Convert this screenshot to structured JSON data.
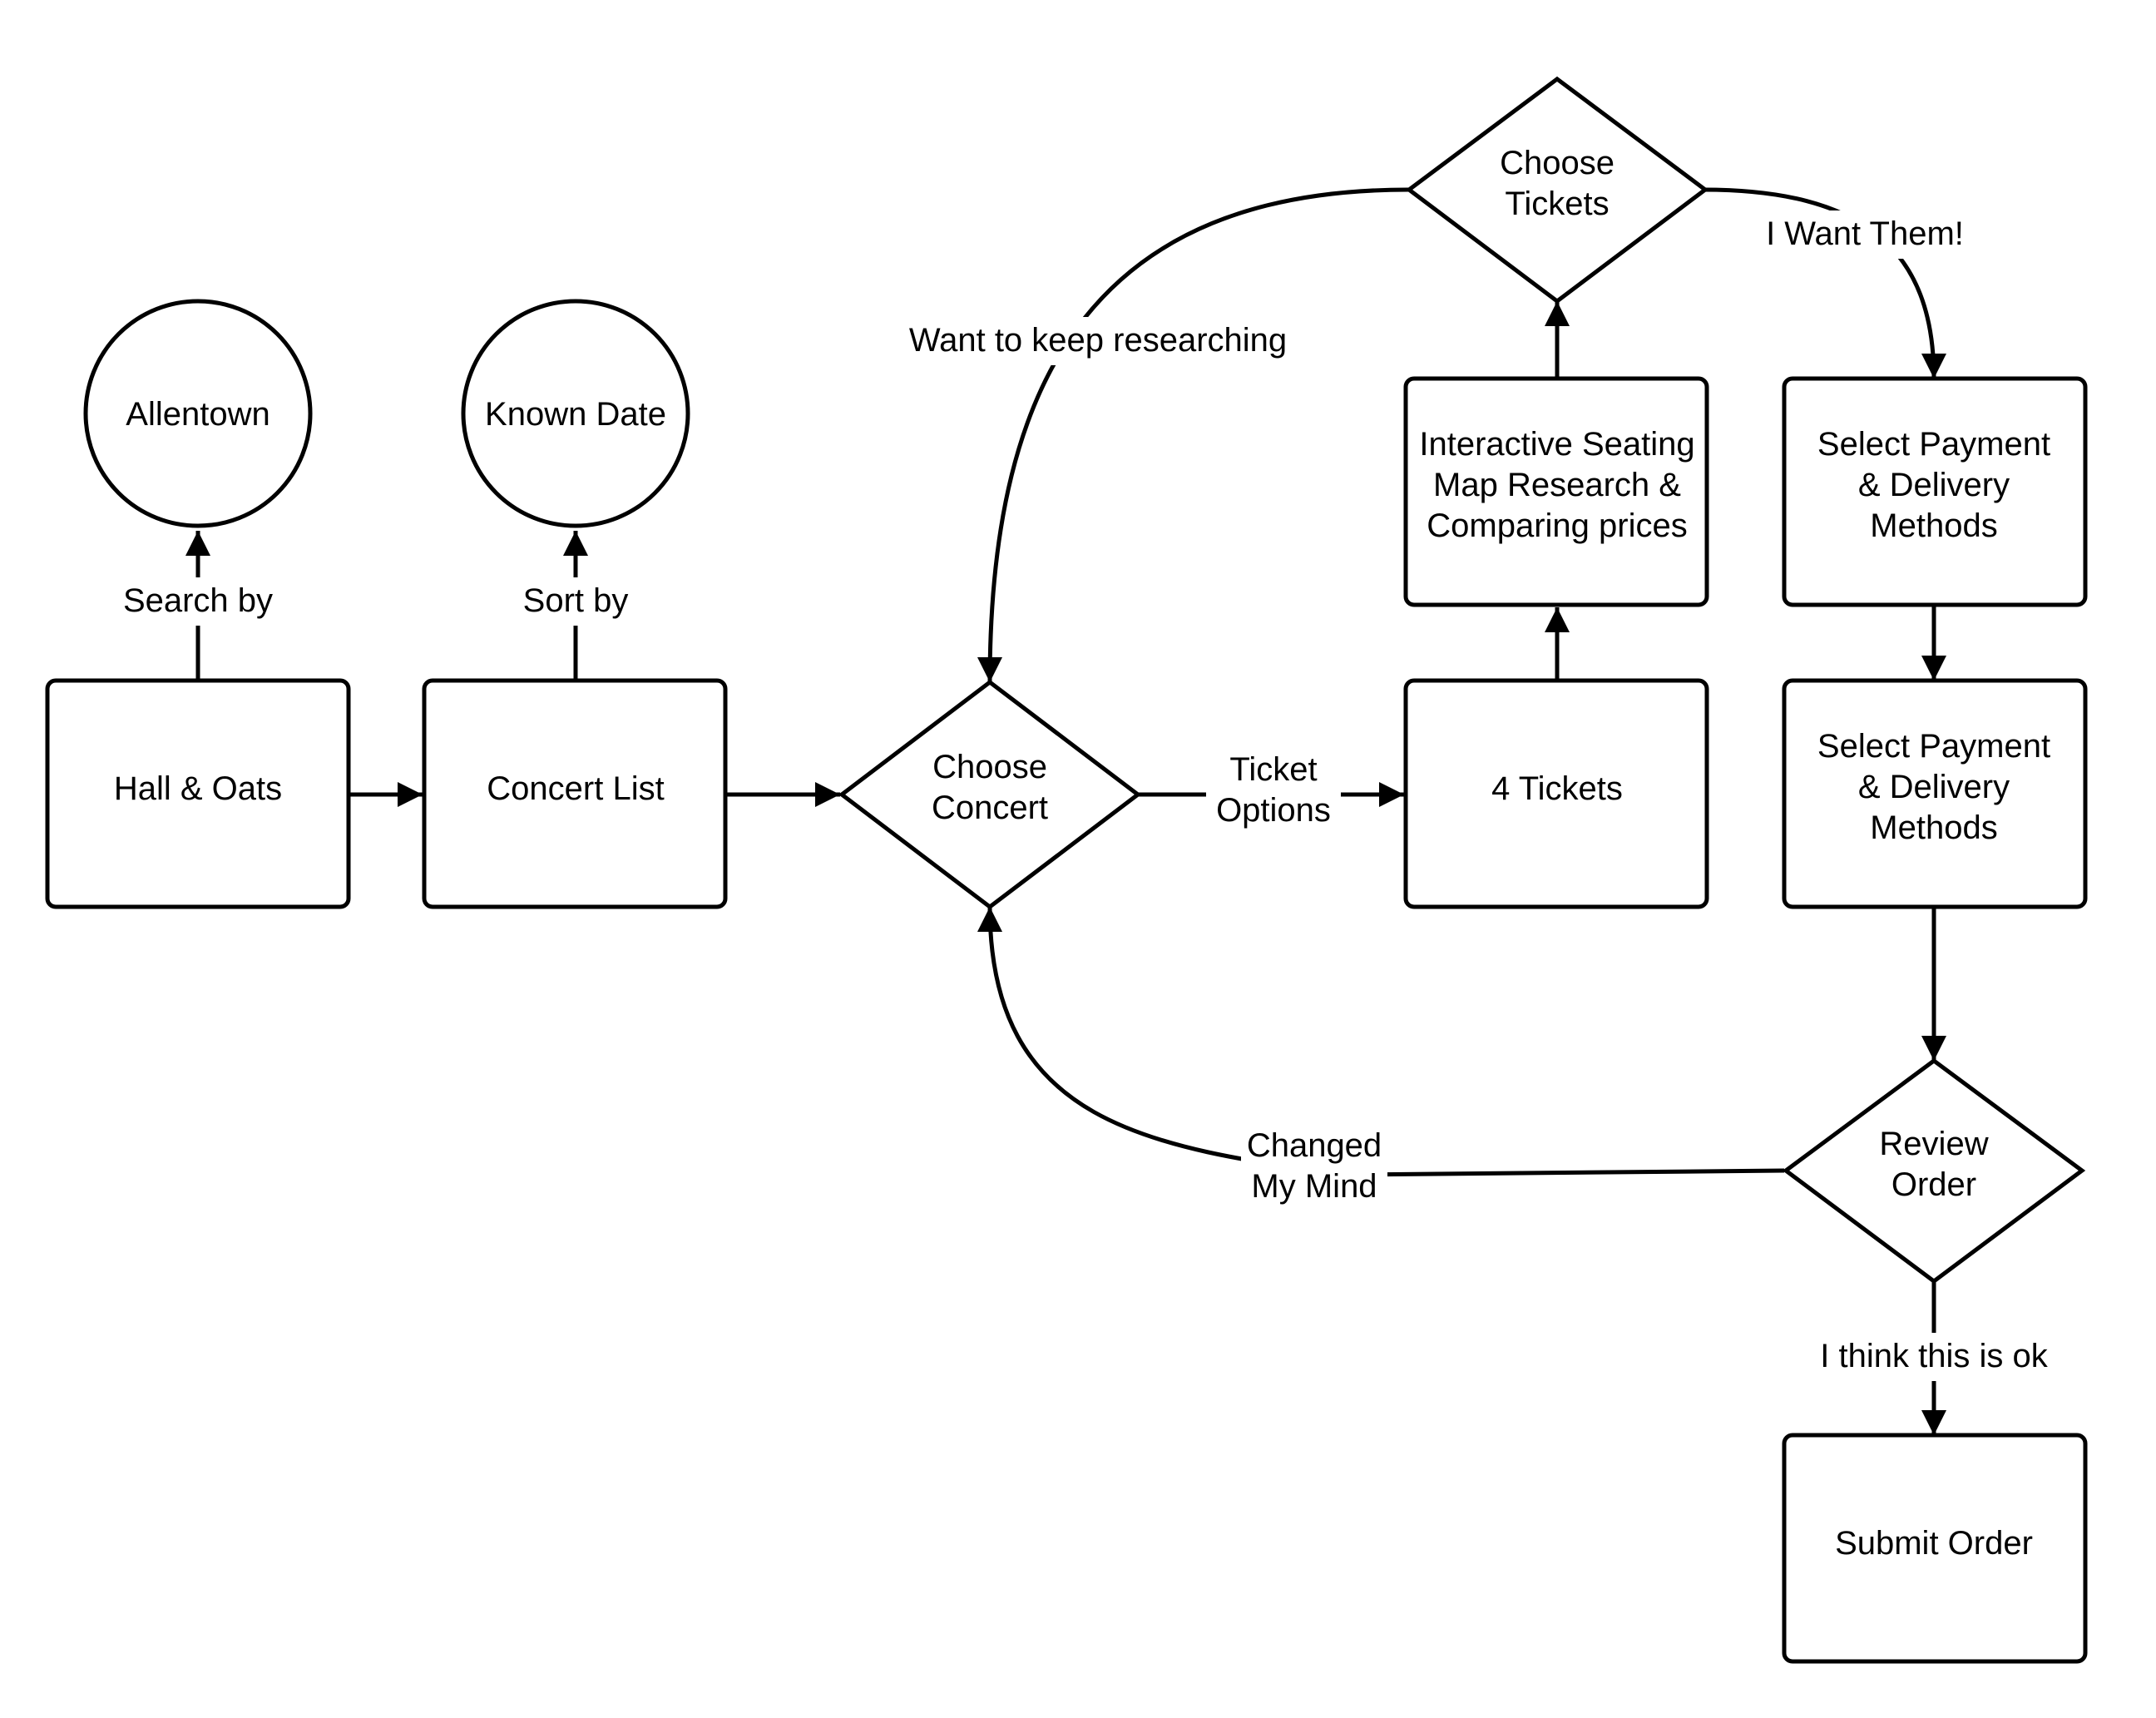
{
  "nodes": {
    "allentown": {
      "lines": [
        "Allentown"
      ]
    },
    "known_date": {
      "lines": [
        "Known Date"
      ]
    },
    "hall_oats": {
      "lines": [
        "Hall & Oats"
      ]
    },
    "concert_list": {
      "lines": [
        "Concert List"
      ]
    },
    "choose_concert": {
      "lines": [
        "Choose",
        "Concert"
      ]
    },
    "four_tickets": {
      "lines": [
        "4 Tickets"
      ]
    },
    "seating_map": {
      "lines": [
        "Interactive Seating",
        "Map Research &",
        "Comparing prices"
      ]
    },
    "choose_tickets": {
      "lines": [
        "Choose",
        "Tickets"
      ]
    },
    "payment_1": {
      "lines": [
        "Select Payment",
        "& Delivery",
        "Methods"
      ]
    },
    "payment_2": {
      "lines": [
        "Select Payment",
        "& Delivery",
        "Methods"
      ]
    },
    "review_order": {
      "lines": [
        "Review",
        "Order"
      ]
    },
    "submit_order": {
      "lines": [
        "Submit Order"
      ]
    }
  },
  "edges": {
    "search_by": {
      "lines": [
        "Search by"
      ]
    },
    "sort_by": {
      "lines": [
        "Sort by"
      ]
    },
    "ticket_options": {
      "lines": [
        "Ticket",
        "Options"
      ]
    },
    "keep_researching": {
      "lines": [
        "Want to keep researching"
      ]
    },
    "want_them": {
      "lines": [
        "I Want Them!"
      ]
    },
    "changed_mind": {
      "lines": [
        "Changed",
        "My Mind"
      ]
    },
    "think_ok": {
      "lines": [
        "I think this is ok"
      ]
    }
  }
}
